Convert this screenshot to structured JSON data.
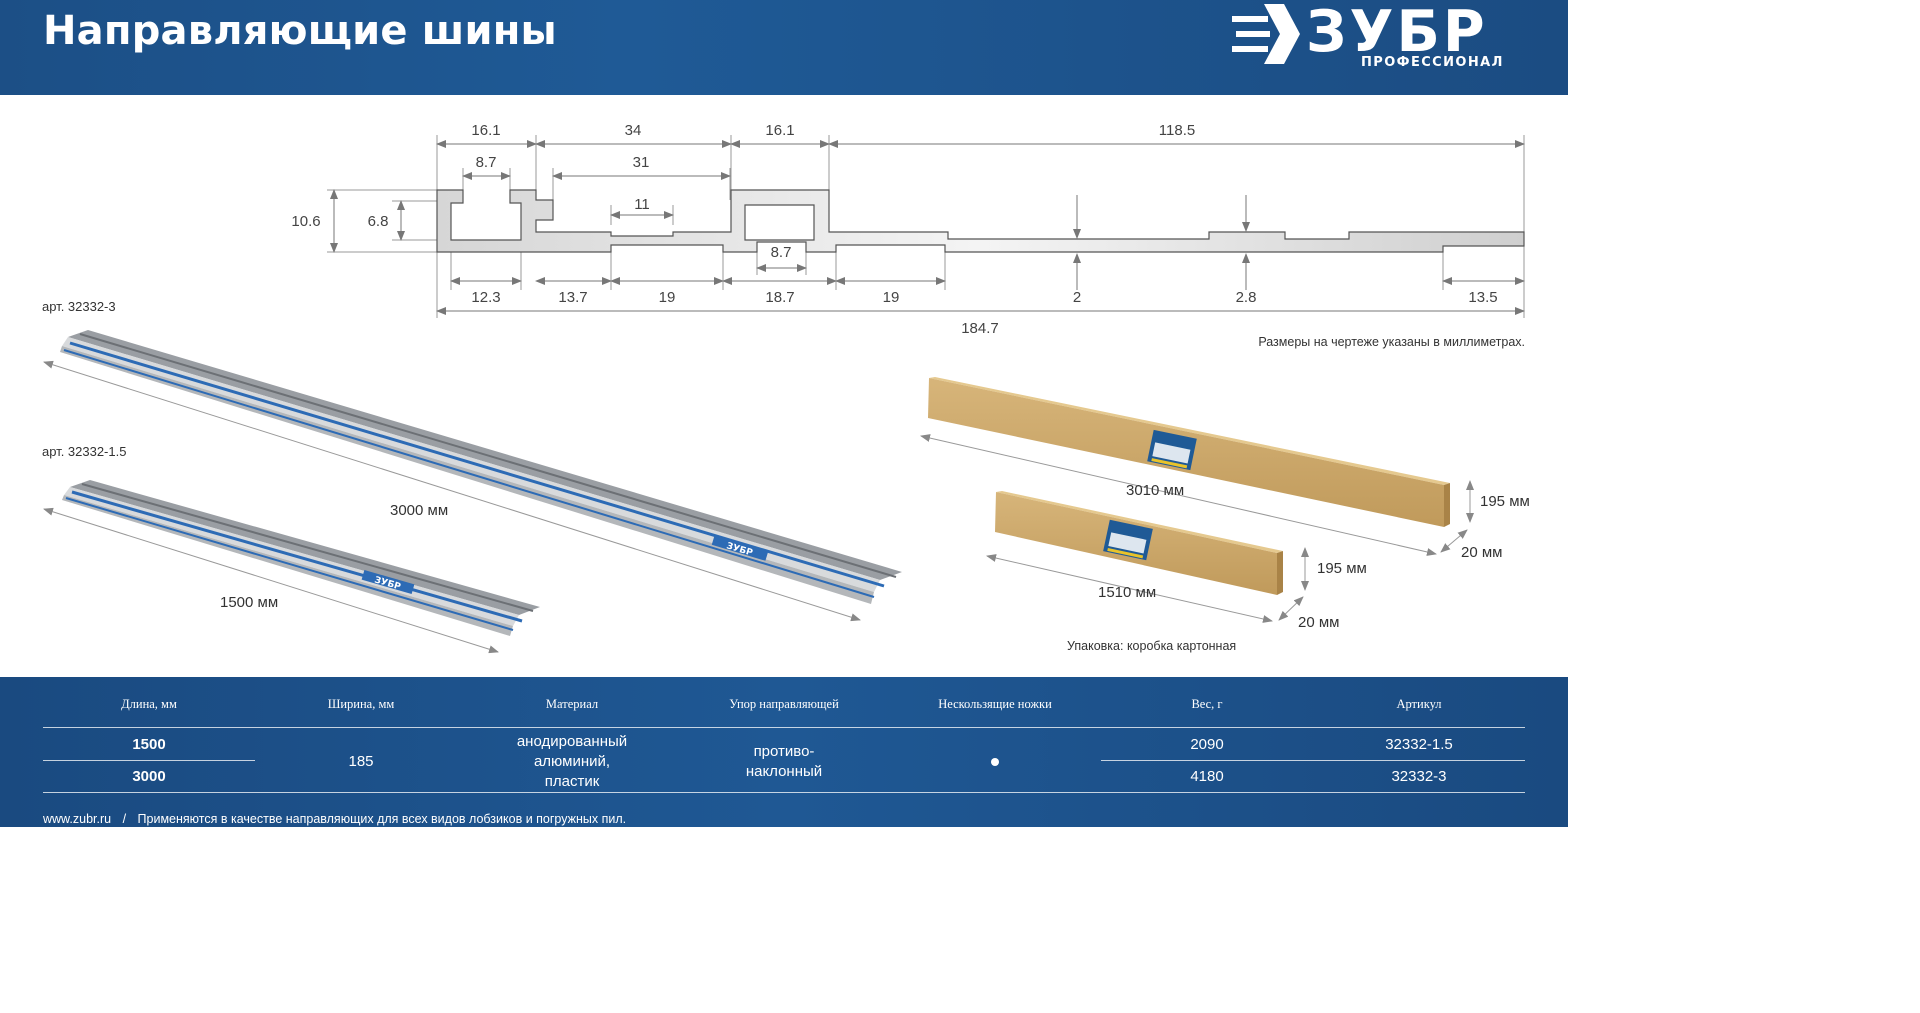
{
  "header": {
    "title": "Направляющие шины"
  },
  "logo": {
    "word": "ЗУБР",
    "sub": "ПРОФЕССИОНАЛ"
  },
  "profile": {
    "top_dims": [
      "16.1",
      "34",
      "16.1",
      "118.5"
    ],
    "second_dims": [
      "8.7",
      "31"
    ],
    "inner_dims": [
      "11",
      "8.7"
    ],
    "height_dims": [
      "10.6",
      "6.8"
    ],
    "bottom_dims": [
      "12.3",
      "13.7",
      "19",
      "18.7",
      "19",
      "2",
      "2.8",
      "13.5"
    ],
    "total_dim": "184.7",
    "note": "Размеры на чертеже указаны в миллиметрах."
  },
  "rails": {
    "art_long": "арт. 32332-3",
    "art_short": "арт. 32332-1.5",
    "len_long": "3000 мм",
    "len_short": "1500 мм",
    "brand": "ЗУБР"
  },
  "boxes": {
    "big_len": "3010 мм",
    "big_h": "195 мм",
    "big_w": "20 мм",
    "small_len": "1510 мм",
    "small_h": "195 мм",
    "small_w": "20 мм",
    "pack_note": "Упаковка: коробка картонная"
  },
  "table": {
    "headers": [
      "Длина, мм",
      "Ширина, мм",
      "Материал",
      "Упор направляющей",
      "Нескользящие ножки",
      "Вес, г",
      "Артикул"
    ],
    "length_1": "1500",
    "length_2": "3000",
    "width": "185",
    "material_l1": "анодированный",
    "material_l2": "алюминий,",
    "material_l3": "пластик",
    "stop_l1": "противо-",
    "stop_l2": "наклонный",
    "weight_1": "2090",
    "weight_2": "4180",
    "art_1": "32332-1.5",
    "art_2": "32332-3"
  },
  "footer": {
    "site": "www.zubr.ru",
    "sep": "/",
    "text": "Применяются в качестве направляющих для всех видов лобзиков и погружных пил."
  },
  "colors": {
    "header_bg": "#1c4f86",
    "rail_blue": "#2d6bb5",
    "cardboard": "#c9a467"
  }
}
